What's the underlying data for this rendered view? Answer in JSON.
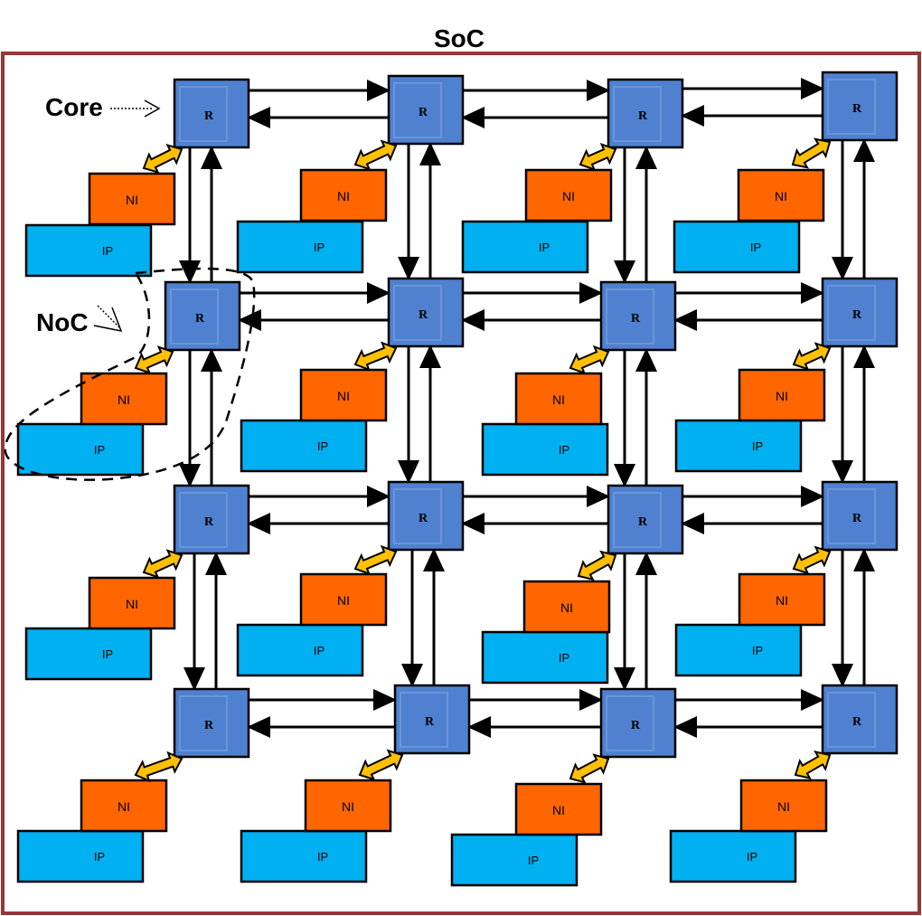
{
  "title": "SoC",
  "annotations": {
    "core": "Core",
    "noc": "NoC"
  },
  "labels": {
    "router": "R",
    "ni": "NI",
    "ip": "IP"
  },
  "grid": {
    "rows": 4,
    "cols": 4
  },
  "colors": {
    "border": "#953735",
    "router_fill": "#4f81d0",
    "router_inner": "#6b95d8",
    "ni_fill": "#ff6600",
    "ip_fill": "#00b0f0",
    "link_arrow": "#ffc000",
    "outline": "#000000"
  }
}
